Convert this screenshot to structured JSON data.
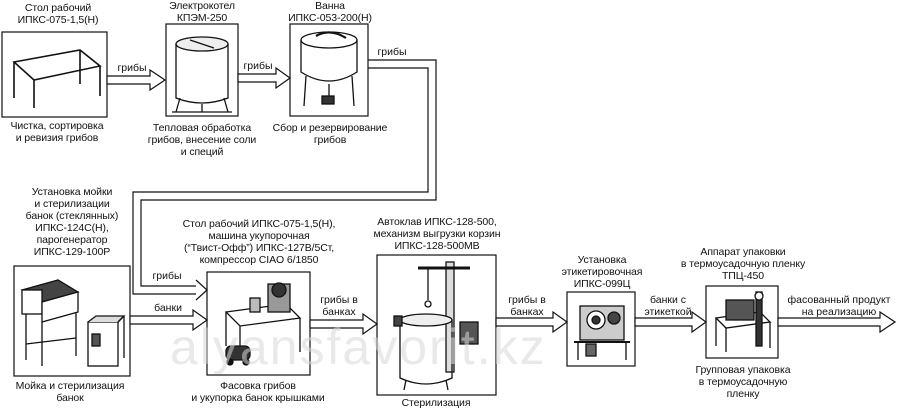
{
  "nodes": [
    {
      "id": "table1",
      "title": "Стол рабочий\nИПКС-075-1,5(Н)",
      "caption": "Чистка, сортировка\nи ревизия грибов",
      "icon": "work-table-icon"
    },
    {
      "id": "boiler",
      "title": "Электрокотел\nКПЭМ-250",
      "caption": "Тепловая обработка\nгрибов, внесение соли\nи специй",
      "icon": "electric-boiler-icon"
    },
    {
      "id": "bath",
      "title": "Ванна\nИПКС-053-200(Н)",
      "caption": "Сбор и резервирование\nгрибов",
      "icon": "bath-tank-icon"
    },
    {
      "id": "washer",
      "title": "Установка мойки\nи стерилизации\nбанок (стеклянных)\nИПКС-124С(Н),\nпарогенератор\nИПКС-129-100Р",
      "caption": "Мойка и стерилизация\nбанок",
      "icon": "jar-washer-icon"
    },
    {
      "id": "packing",
      "title": "Стол рабочий ИПКС-075-1,5(Н),\nмашина укупорочная\n(“Твист-Офф”) ИПКС-127В/5Ст,\nкомпрессор CIAO 6/1850",
      "caption": "Фасовка грибов\nи укупорка банок крышками",
      "icon": "capping-machine-icon"
    },
    {
      "id": "autoclave",
      "title": "Автоклав ИПКС-128-500,\nмеханизм выгрузки корзин\nИПКС-128-500МВ",
      "caption": "Стерилизация",
      "icon": "autoclave-icon"
    },
    {
      "id": "labeler",
      "title": "Установка\nэтикетировочная\nИПКС-099Ц",
      "caption": "",
      "icon": "labeling-machine-icon"
    },
    {
      "id": "shrink",
      "title": "Аппарат упаковки\nв термоусадочную пленку\nТПЦ-450",
      "caption": "Групповая упаковка\nв термоусадочную\nпленку",
      "icon": "shrink-wrap-icon"
    }
  ],
  "edges": [
    {
      "from": "table1",
      "to": "boiler",
      "label": "грибы"
    },
    {
      "from": "boiler",
      "to": "bath",
      "label": "грибы"
    },
    {
      "from": "bath",
      "to": "packing",
      "label": "грибы"
    },
    {
      "from": "bath",
      "to": "packing",
      "label": "грибы",
      "part": "entry"
    },
    {
      "from": "washer",
      "to": "packing",
      "label": "банки"
    },
    {
      "from": "packing",
      "to": "autoclave",
      "label": "грибы в\nбанках"
    },
    {
      "from": "autoclave",
      "to": "labeler",
      "label": "грибы в\nбанках"
    },
    {
      "from": "labeler",
      "to": "shrink",
      "label": "банки с\nэтикеткой"
    },
    {
      "from": "shrink",
      "to": "output",
      "label": "фасованный продукт\nна реализацию"
    }
  ],
  "watermark": "alyansfavorit.kz",
  "colors": {
    "line": "#111111",
    "box_fill": "#ffffff",
    "watermark": "#d8d8d8"
  }
}
